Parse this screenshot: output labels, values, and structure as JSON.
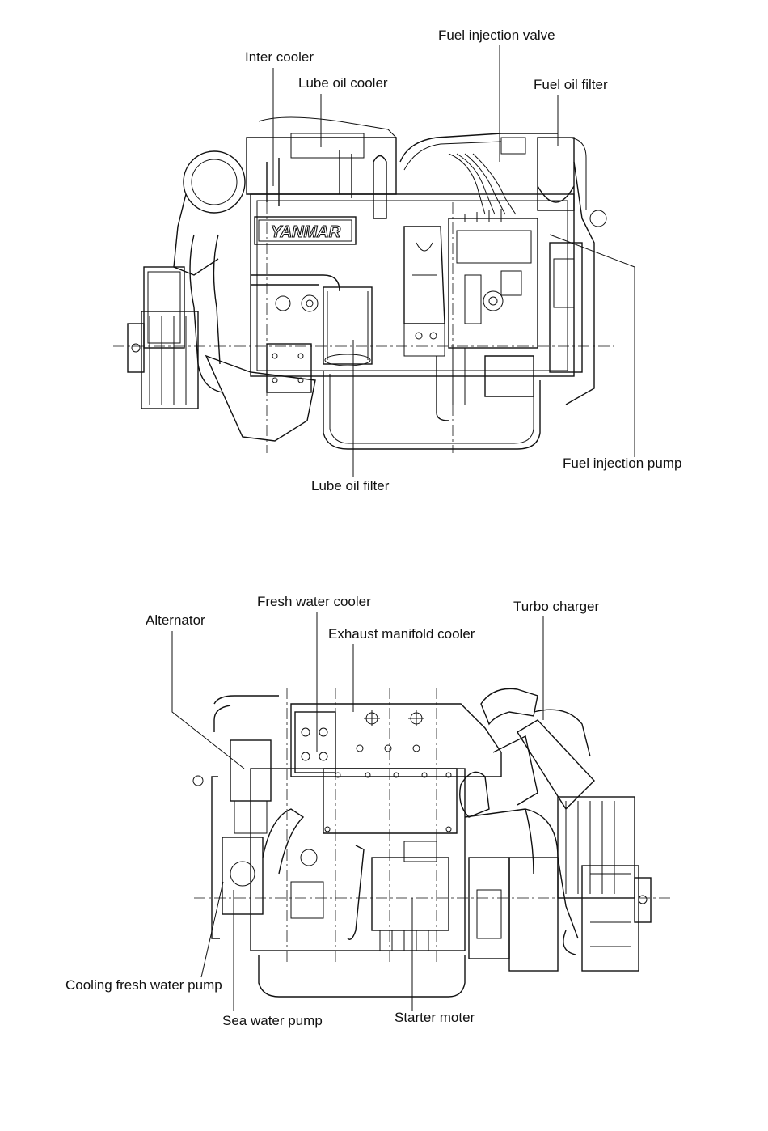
{
  "brand": {
    "logo_text": "YANMAR"
  },
  "top_view": {
    "labels": {
      "fuel_injection_valve": "Fuel injection valve",
      "inter_cooler": "Inter cooler",
      "lube_oil_cooler": "Lube oil cooler",
      "fuel_oil_filter": "Fuel oil filter",
      "fuel_injection_pump": "Fuel injection pump",
      "lube_oil_filter": "Lube oil filter"
    }
  },
  "bottom_view": {
    "labels": {
      "fresh_water_cooler": "Fresh water cooler",
      "turbo_charger": "Turbo charger",
      "alternator": "Alternator",
      "exhaust_manifold_cooler": "Exhaust manifold cooler",
      "cooling_fresh_water_pump": "Cooling fresh water pump",
      "sea_water_pump": "Sea water pump",
      "starter_moter": "Starter moter"
    }
  }
}
